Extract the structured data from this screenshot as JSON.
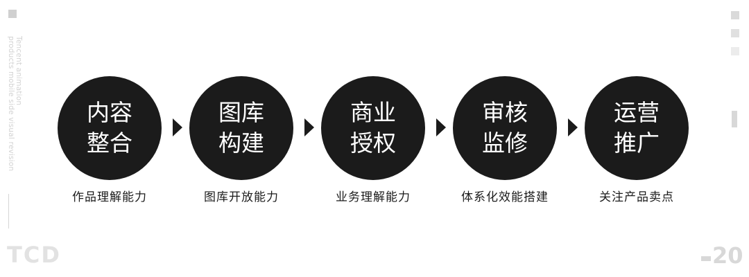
{
  "side": {
    "line1": "Tencent animation",
    "line2": "products mobile side visual revision"
  },
  "brand": "TCD",
  "page_number": "20",
  "steps": [
    {
      "line1": "内容",
      "line2": "整合",
      "caption": "作品理解能力"
    },
    {
      "line1": "图库",
      "line2": "构建",
      "caption": "图库开放能力"
    },
    {
      "line1": "商业",
      "line2": "授权",
      "caption": "业务理解能力"
    },
    {
      "line1": "审核",
      "line2": "监修",
      "caption": "体系化效能搭建"
    },
    {
      "line1": "运营",
      "line2": "推广",
      "caption": "关注产品卖点"
    }
  ]
}
